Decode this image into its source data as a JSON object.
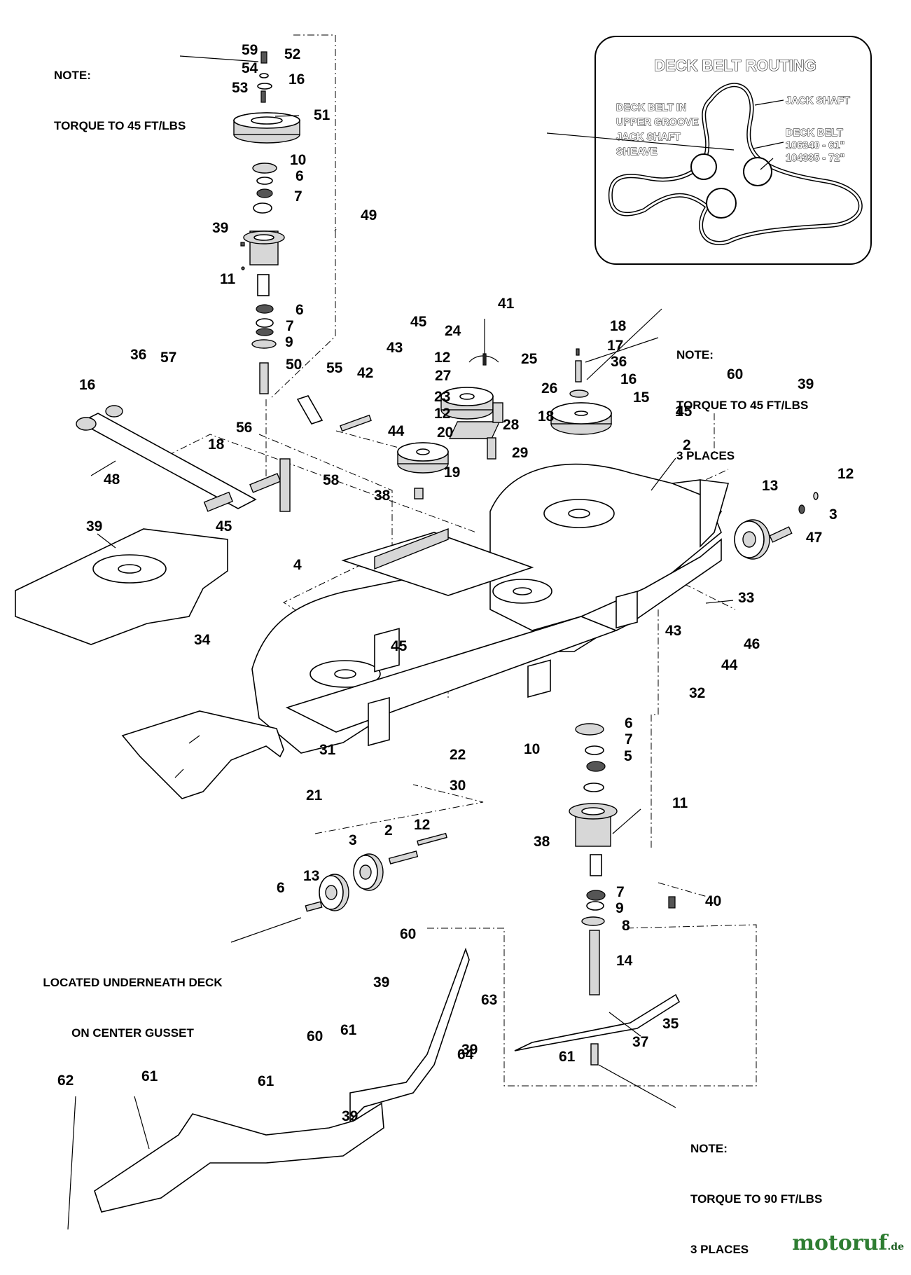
{
  "notes": {
    "top_left": [
      "NOTE:",
      "TORQUE TO 45 FT/LBS"
    ],
    "top_middle": [
      "NOTE:",
      "TORQUE TO 45 FT/LBS",
      "3 PLACES"
    ],
    "bottom_right": [
      "NOTE:",
      "TORQUE TO 90 FT/LBS",
      "3 PLACES"
    ],
    "underneath": [
      "LOCATED UNDERNEATH DECK",
      "ON CENTER GUSSET"
    ]
  },
  "belt_routing": {
    "title": "DECK BELT ROUTING",
    "upper_groove": [
      "DECK BELT IN",
      "UPPER GROOVE",
      "JACK SHAFT",
      "SHEAVE"
    ],
    "jack_shaft": "JACK SHAFT",
    "deck_belt": [
      "DECK BELT",
      "106340 - 61\"",
      "104335 - 72\""
    ]
  },
  "callouts": [
    "59",
    "52",
    "54",
    "16",
    "53",
    "51",
    "10",
    "6",
    "7",
    "39",
    "49",
    "11",
    "6",
    "7",
    "9",
    "50",
    "36",
    "57",
    "16",
    "48",
    "18",
    "56",
    "58",
    "55",
    "42",
    "43",
    "45",
    "44",
    "41",
    "24",
    "12",
    "25",
    "27",
    "26",
    "23",
    "12",
    "18",
    "20",
    "28",
    "29",
    "19",
    "38",
    "18",
    "17",
    "36",
    "16",
    "15",
    "60",
    "45",
    "39",
    "1",
    "2",
    "13",
    "12",
    "3",
    "47",
    "39",
    "45",
    "4",
    "33",
    "34",
    "45",
    "43",
    "46",
    "44",
    "32",
    "31",
    "21",
    "22",
    "30",
    "10",
    "6",
    "7",
    "5",
    "11",
    "38",
    "40",
    "12",
    "2",
    "3",
    "13",
    "6",
    "7",
    "9",
    "8",
    "14",
    "35",
    "37",
    "61",
    "60",
    "39",
    "63",
    "61",
    "39",
    "60",
    "61",
    "64",
    "62",
    "61",
    "39"
  ],
  "watermark": {
    "brand": "motoruf",
    "suffix": ".de"
  }
}
